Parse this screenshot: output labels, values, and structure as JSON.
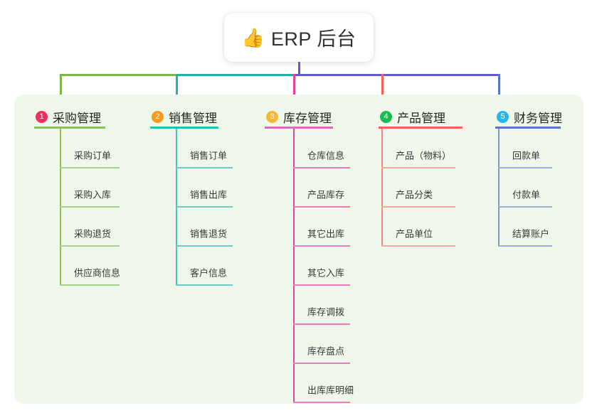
{
  "root": {
    "icon": "thumbs-up-icon",
    "emoji": "👍",
    "title": "ERP 后台"
  },
  "theme": {
    "canvas_bg": "#ffffff",
    "panel_bg": "#eef7e9",
    "stem_color": "#5b5bd6",
    "bus_left": "#7ab648",
    "bus_mid": "#16b6a8",
    "bus_right": "#5b5bd6",
    "text_color": "#3a3a3a"
  },
  "columns": [
    {
      "number": "1",
      "title": "采购管理",
      "badge_color": "#ef2f5e",
      "accent": "#7ab648",
      "rule_color": "#8cc152",
      "item_rule_color": "#a8d08d",
      "spine_color": "#8cc152",
      "drop_color": "#7ab648",
      "items": [
        "采购订单",
        "采购入库",
        "采购退货",
        "供应商信息"
      ]
    },
    {
      "number": "2",
      "title": "销售管理",
      "badge_color": "#f89b1c",
      "accent": "#16b6a8",
      "rule_color": "#1ec1b2",
      "item_rule_color": "#6ecbc4",
      "spine_color": "#4cc3bb",
      "drop_color": "#16b6a8",
      "items": [
        "销售订单",
        "销售出库",
        "销售退货",
        "客户信息"
      ]
    },
    {
      "number": "3",
      "title": "库存管理",
      "badge_color": "#f7b733",
      "accent": "#e8429a",
      "rule_color": "#d96bc0",
      "item_rule_color": "#e87bb8",
      "spine_color": "#e8429a",
      "drop_color": "#e8429a",
      "items": [
        "仓库信息",
        "产品库存",
        "其它出库",
        "其它入库",
        "库存调拨",
        "库存盘点",
        "出库库明细"
      ]
    },
    {
      "number": "4",
      "title": "产品管理",
      "badge_color": "#1db954",
      "accent": "#f4605a",
      "rule_color": "#f4605a",
      "item_rule_color": "#f4a6a0",
      "spine_color": "#f4847e",
      "drop_color": "#f4605a",
      "items": [
        "产品（物料）",
        "产品分类",
        "产品单位"
      ]
    },
    {
      "number": "5",
      "title": "财务管理",
      "badge_color": "#29b6f0",
      "accent": "#5b74c8",
      "rule_color": "#5b74c8",
      "item_rule_color": "#9aadda",
      "spine_color": "#8096d0",
      "drop_color": "#5b74c8",
      "items": [
        "回款单",
        "付款单",
        "结算账户"
      ]
    }
  ]
}
